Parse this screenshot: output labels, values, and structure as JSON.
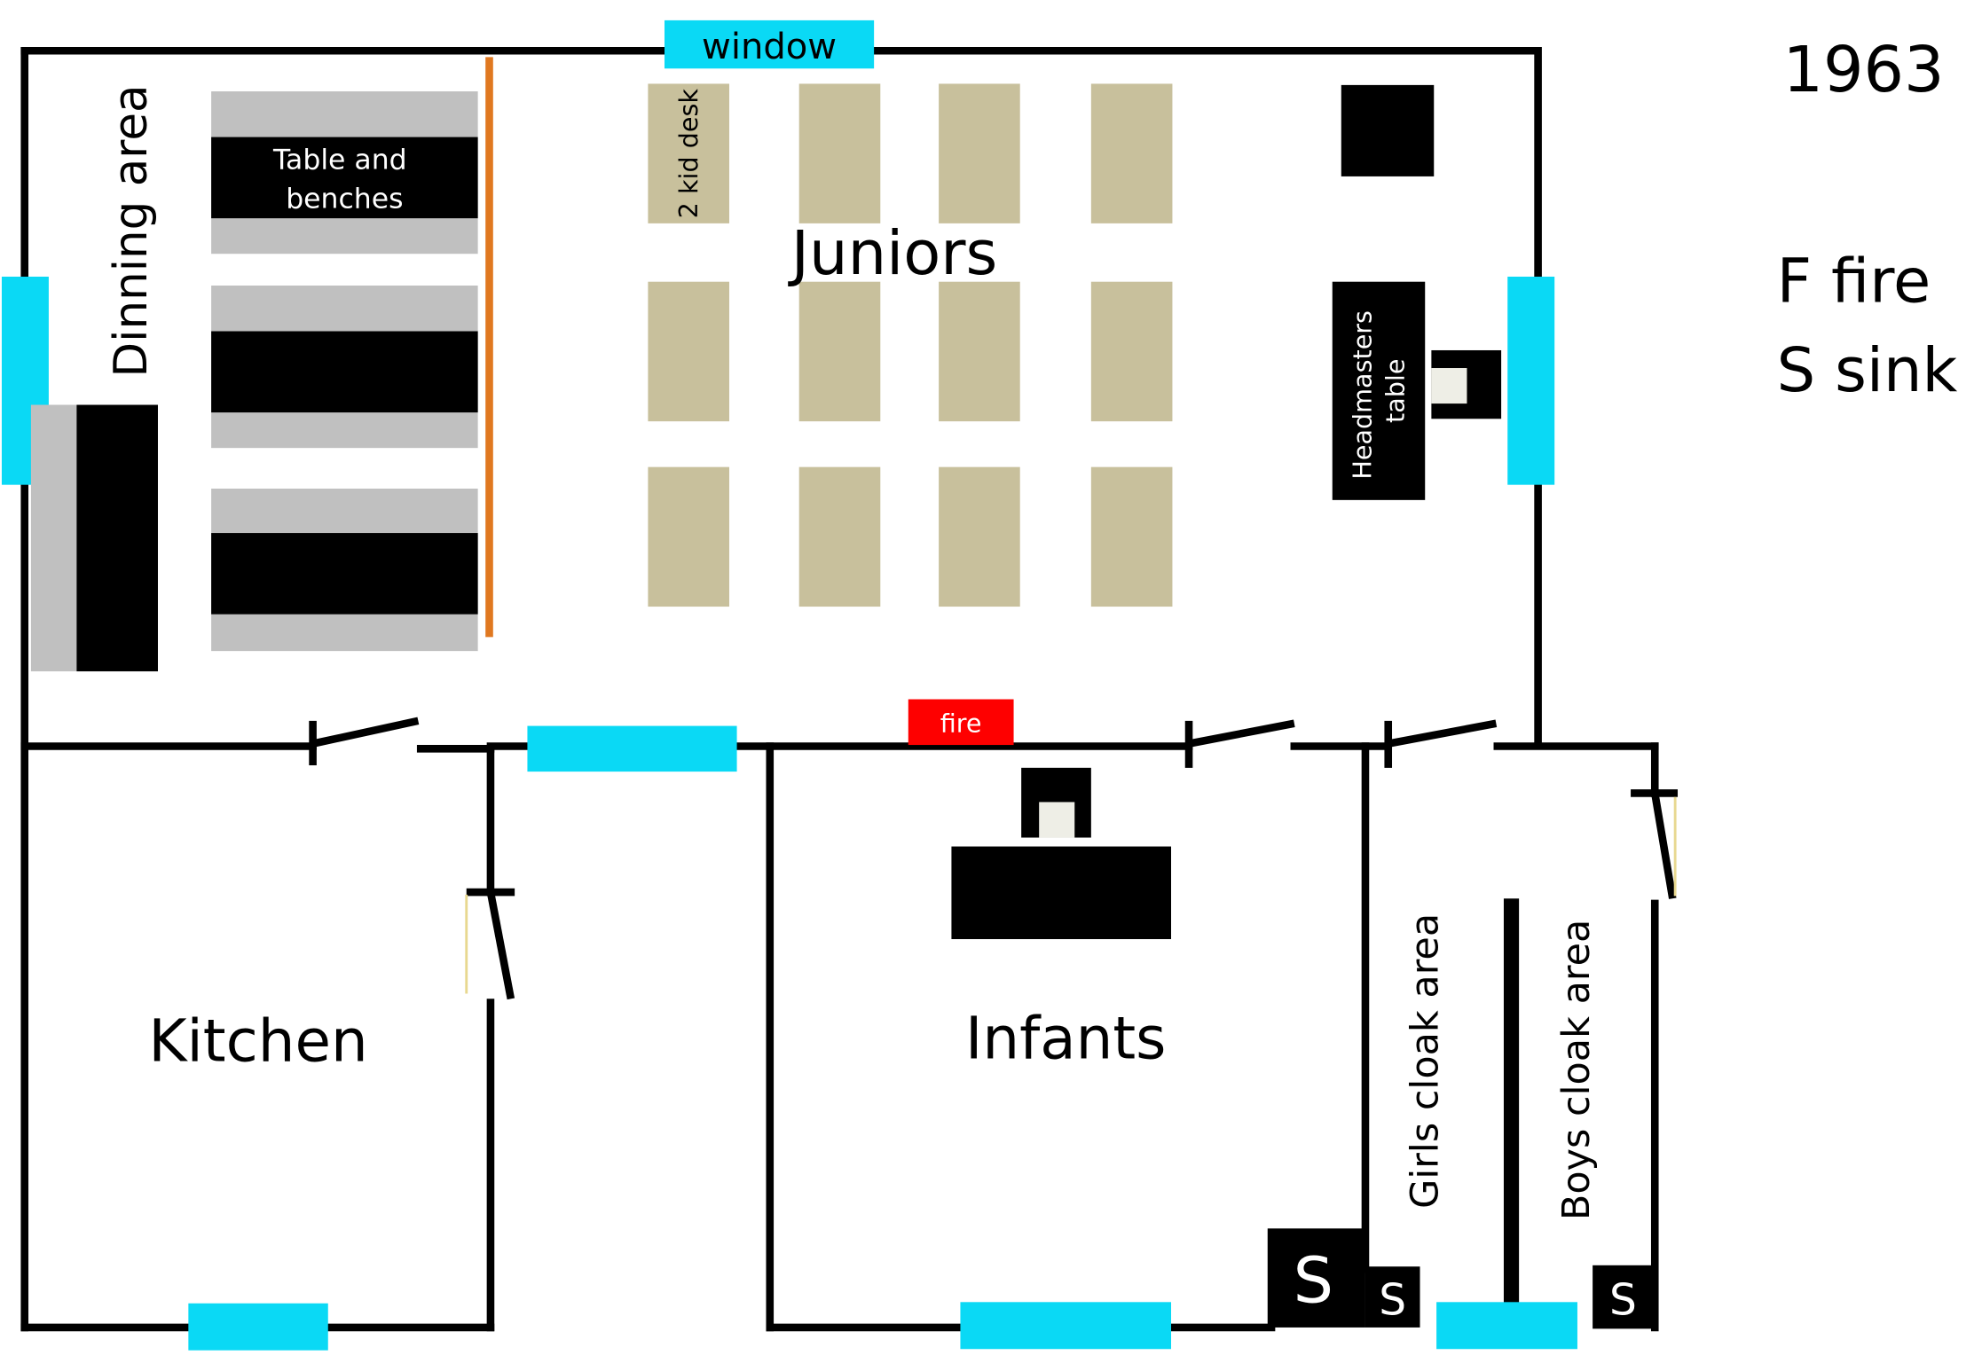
{
  "year": "1963",
  "legend": {
    "fire": "F fire",
    "sink": "S sink"
  },
  "rooms": {
    "juniors": "Juniors",
    "dinning": "Dinning area",
    "kitchen": "Kitchen",
    "infants": "Infants",
    "girls_cloak": "Girls cloak area",
    "boys_cloak": "Boys cloak area"
  },
  "furniture": {
    "table_benches": "Table and benches",
    "kid_desk": "2 kid desk",
    "headmasters": "Headmasters table",
    "fire": "fire",
    "window": "window",
    "sink": "S"
  },
  "colors": {
    "window": "#0ad9f5",
    "desk": "#c8c09c",
    "bench": "#c0c0c0",
    "fire": "#fe0000",
    "partition": "#e07820",
    "stove_inner": "#eeeee6"
  }
}
